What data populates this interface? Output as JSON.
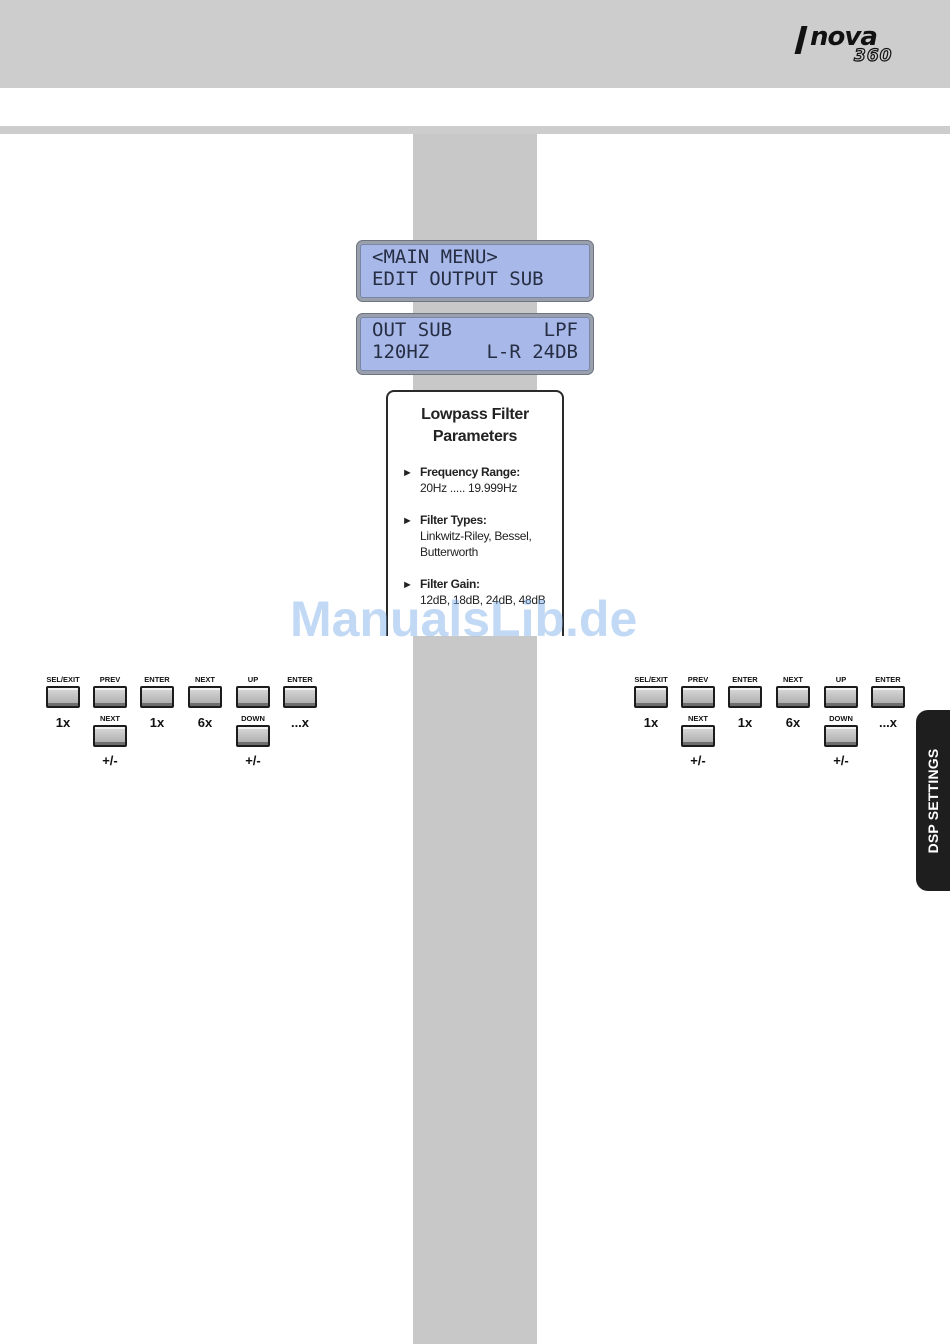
{
  "logo": {
    "brand": "nova",
    "model": "360"
  },
  "lcd_screens": [
    {
      "line1_left": "<MAIN MENU>",
      "line1_right": "",
      "line2_left": "EDIT OUTPUT SUB",
      "line2_right": ""
    },
    {
      "line1_left": "OUT SUB",
      "line1_right": "LPF",
      "line2_left": "120HZ",
      "line2_right": "L-R 24DB"
    }
  ],
  "info_box": {
    "title_line1": "Lowpass Filter",
    "title_line2": "Parameters",
    "items": [
      {
        "label": "Frequency Range:",
        "text1": "20Hz ..... 19.999Hz",
        "text2": ""
      },
      {
        "label": "Filter Types:",
        "text1": "Linkwitz-Riley, Bessel,",
        "text2": "Butterworth"
      },
      {
        "label": "Filter Gain:",
        "text1": "12dB, 18dB, 24dB, 48dB",
        "text2": ""
      }
    ]
  },
  "watermark": "ManualsLib.de",
  "keypad": {
    "top_keys": [
      "SEL/EXIT",
      "PREV",
      "ENTER",
      "NEXT",
      "UP",
      "ENTER"
    ],
    "counts": [
      "1x",
      "1x",
      "6x",
      "...x"
    ],
    "bottom_keys": [
      "NEXT",
      "DOWN"
    ],
    "plus_minus": "+/-"
  },
  "side_tab": "DSP SETTINGS"
}
